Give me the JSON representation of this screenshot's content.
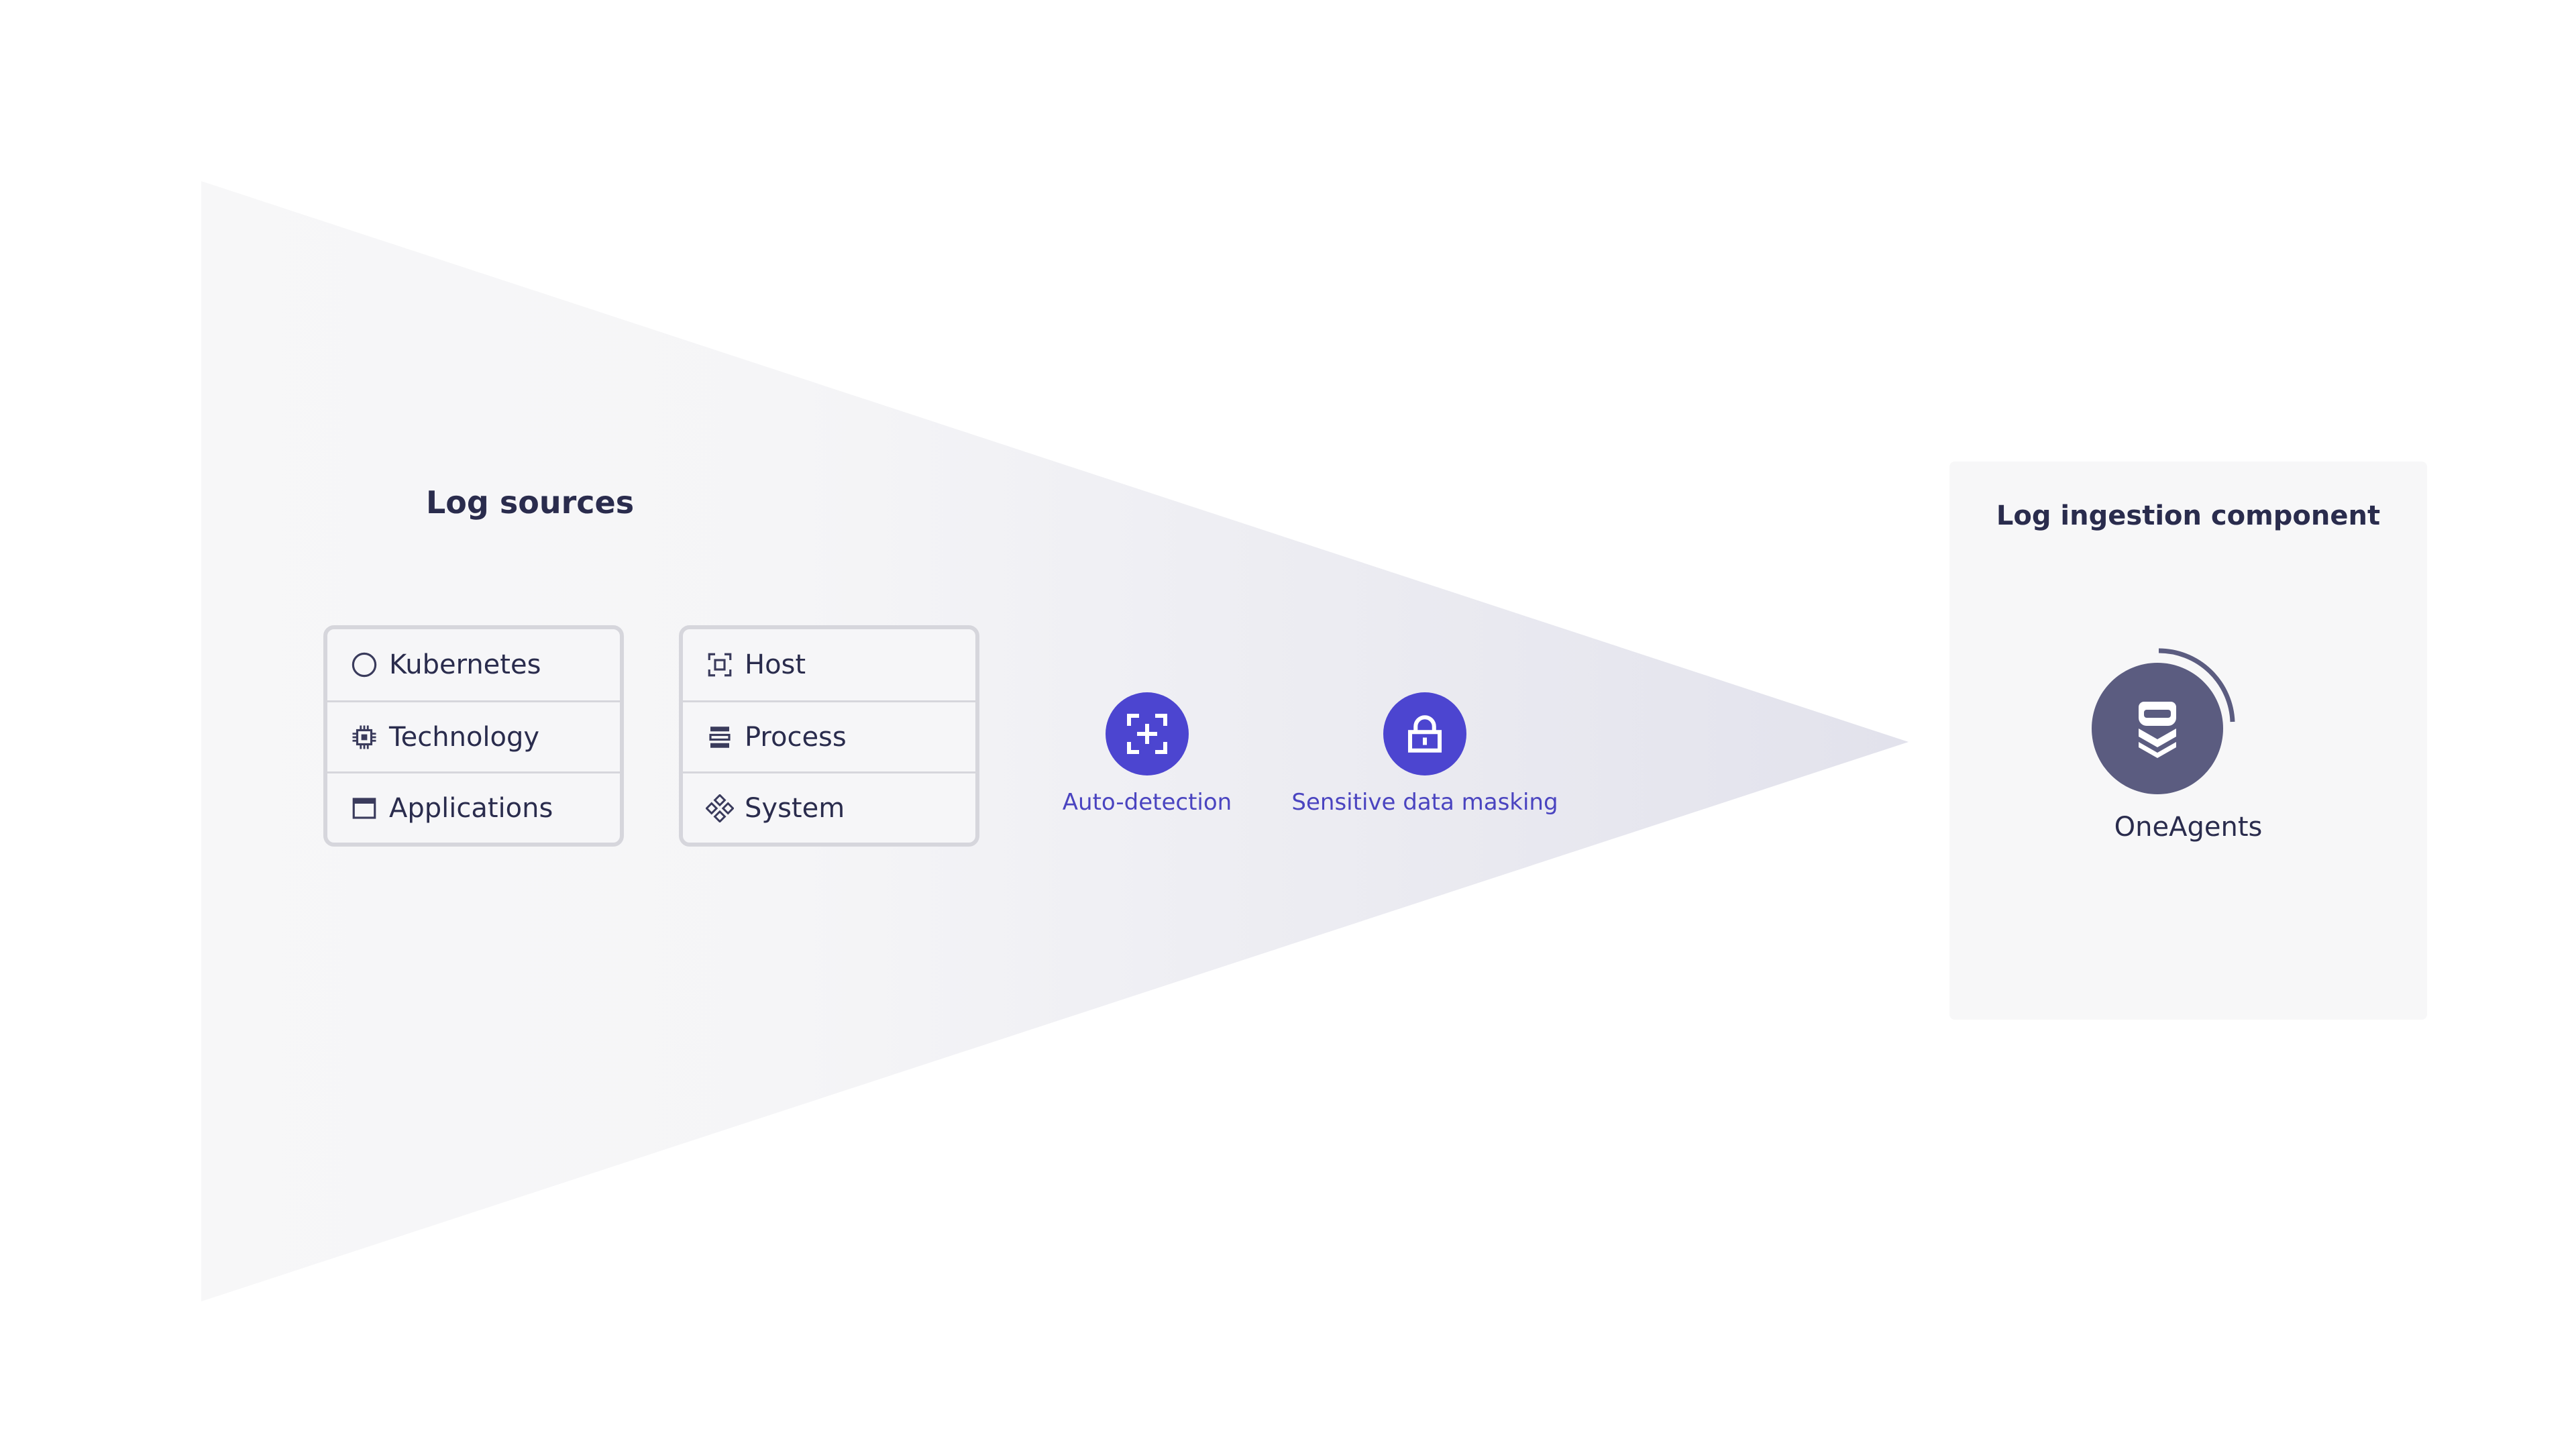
{
  "log_sources": {
    "title": "Log sources",
    "left_box": [
      {
        "label": "Kubernetes",
        "icon": "kubernetes-circle-icon"
      },
      {
        "label": "Technology",
        "icon": "chip-icon"
      },
      {
        "label": "Applications",
        "icon": "application-window-icon"
      }
    ],
    "right_box": [
      {
        "label": "Host",
        "icon": "host-icon"
      },
      {
        "label": "Process",
        "icon": "process-icon"
      },
      {
        "label": "System",
        "icon": "system-icon"
      }
    ]
  },
  "features": [
    {
      "label": "Auto-detection",
      "icon": "auto-detection-icon"
    },
    {
      "label": "Sensitive data masking",
      "icon": "lock-icon"
    }
  ],
  "ingestion": {
    "title": "Log ingestion component",
    "agent_label": "OneAgents",
    "agent_icon": "oneagent-icon"
  },
  "colors": {
    "accent": "#4c45d0",
    "agent": "#5b5c80",
    "text": "#2a2c4d",
    "funnel": "#e4e4ee"
  }
}
